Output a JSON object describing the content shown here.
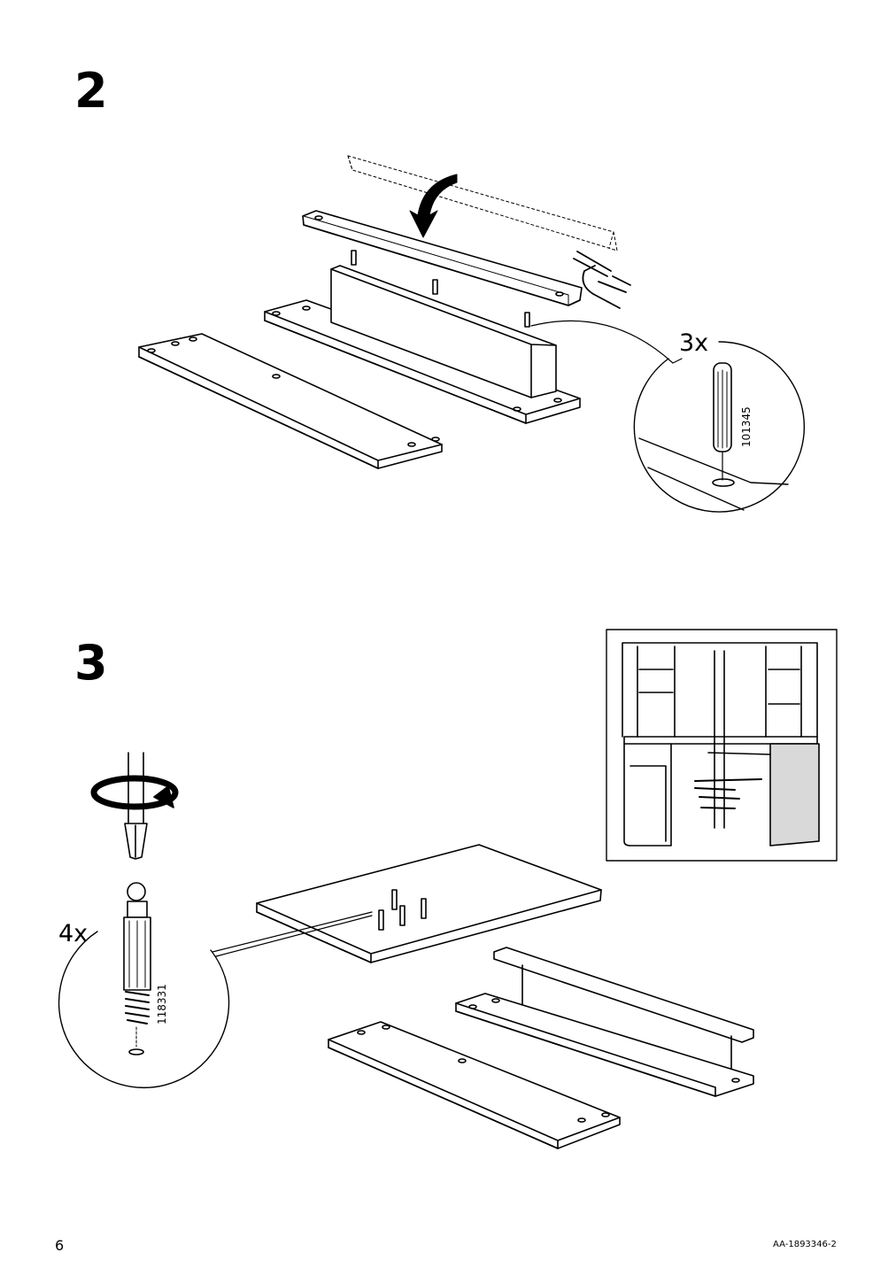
{
  "steps": [
    {
      "number": "2",
      "quantity": "3x",
      "part_number": "101345"
    },
    {
      "number": "3",
      "quantity": "4x",
      "part_number": "118331"
    }
  ],
  "footer": {
    "page_number": "6",
    "document_code": "AA-1893346-2"
  }
}
